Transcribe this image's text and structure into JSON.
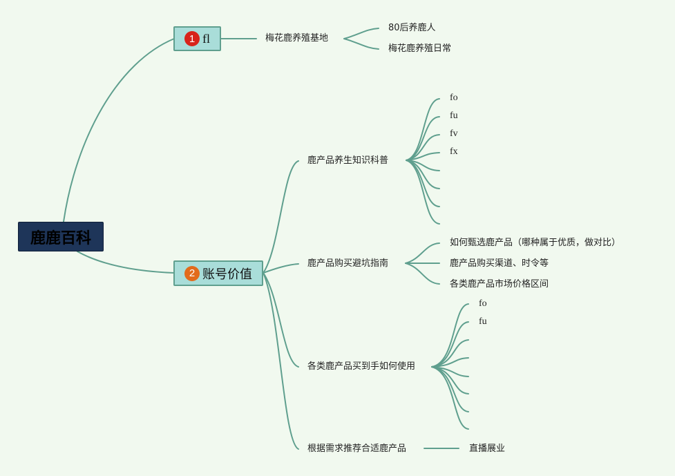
{
  "root": {
    "label": "鹿鹿百科"
  },
  "branches": [
    {
      "badge": "1",
      "badge_color": "#d8231a",
      "label": "fl",
      "children": [
        {
          "label": "梅花鹿养殖基地",
          "children": [
            "80后养鹿人",
            "梅花鹿养殖日常"
          ]
        }
      ]
    },
    {
      "badge": "2",
      "badge_color": "#e26b1b",
      "label": "账号价值",
      "children": [
        {
          "label": "鹿产品养生知识科普",
          "children": [
            "fo",
            "fu",
            "fv",
            "fx",
            "",
            "",
            "",
            ""
          ]
        },
        {
          "label": "鹿产品购买避坑指南",
          "children": [
            "如何甄选鹿产品（哪种属于优质，做对比）",
            "鹿产品购买渠道、时令等",
            "各类鹿产品市场价格区间"
          ]
        },
        {
          "label": "各类鹿产品买到手如何使用",
          "children": [
            "fo",
            "fu",
            "",
            "",
            "",
            "",
            "",
            ""
          ]
        },
        {
          "label": "根据需求推荐合适鹿产品",
          "children": [
            "直播展业"
          ]
        }
      ]
    }
  ],
  "colors": {
    "connector": "#5f9f8e",
    "background": "#f1f9ef",
    "root_fill": "#1e3559",
    "branch_fill": "#a9ddd9"
  }
}
